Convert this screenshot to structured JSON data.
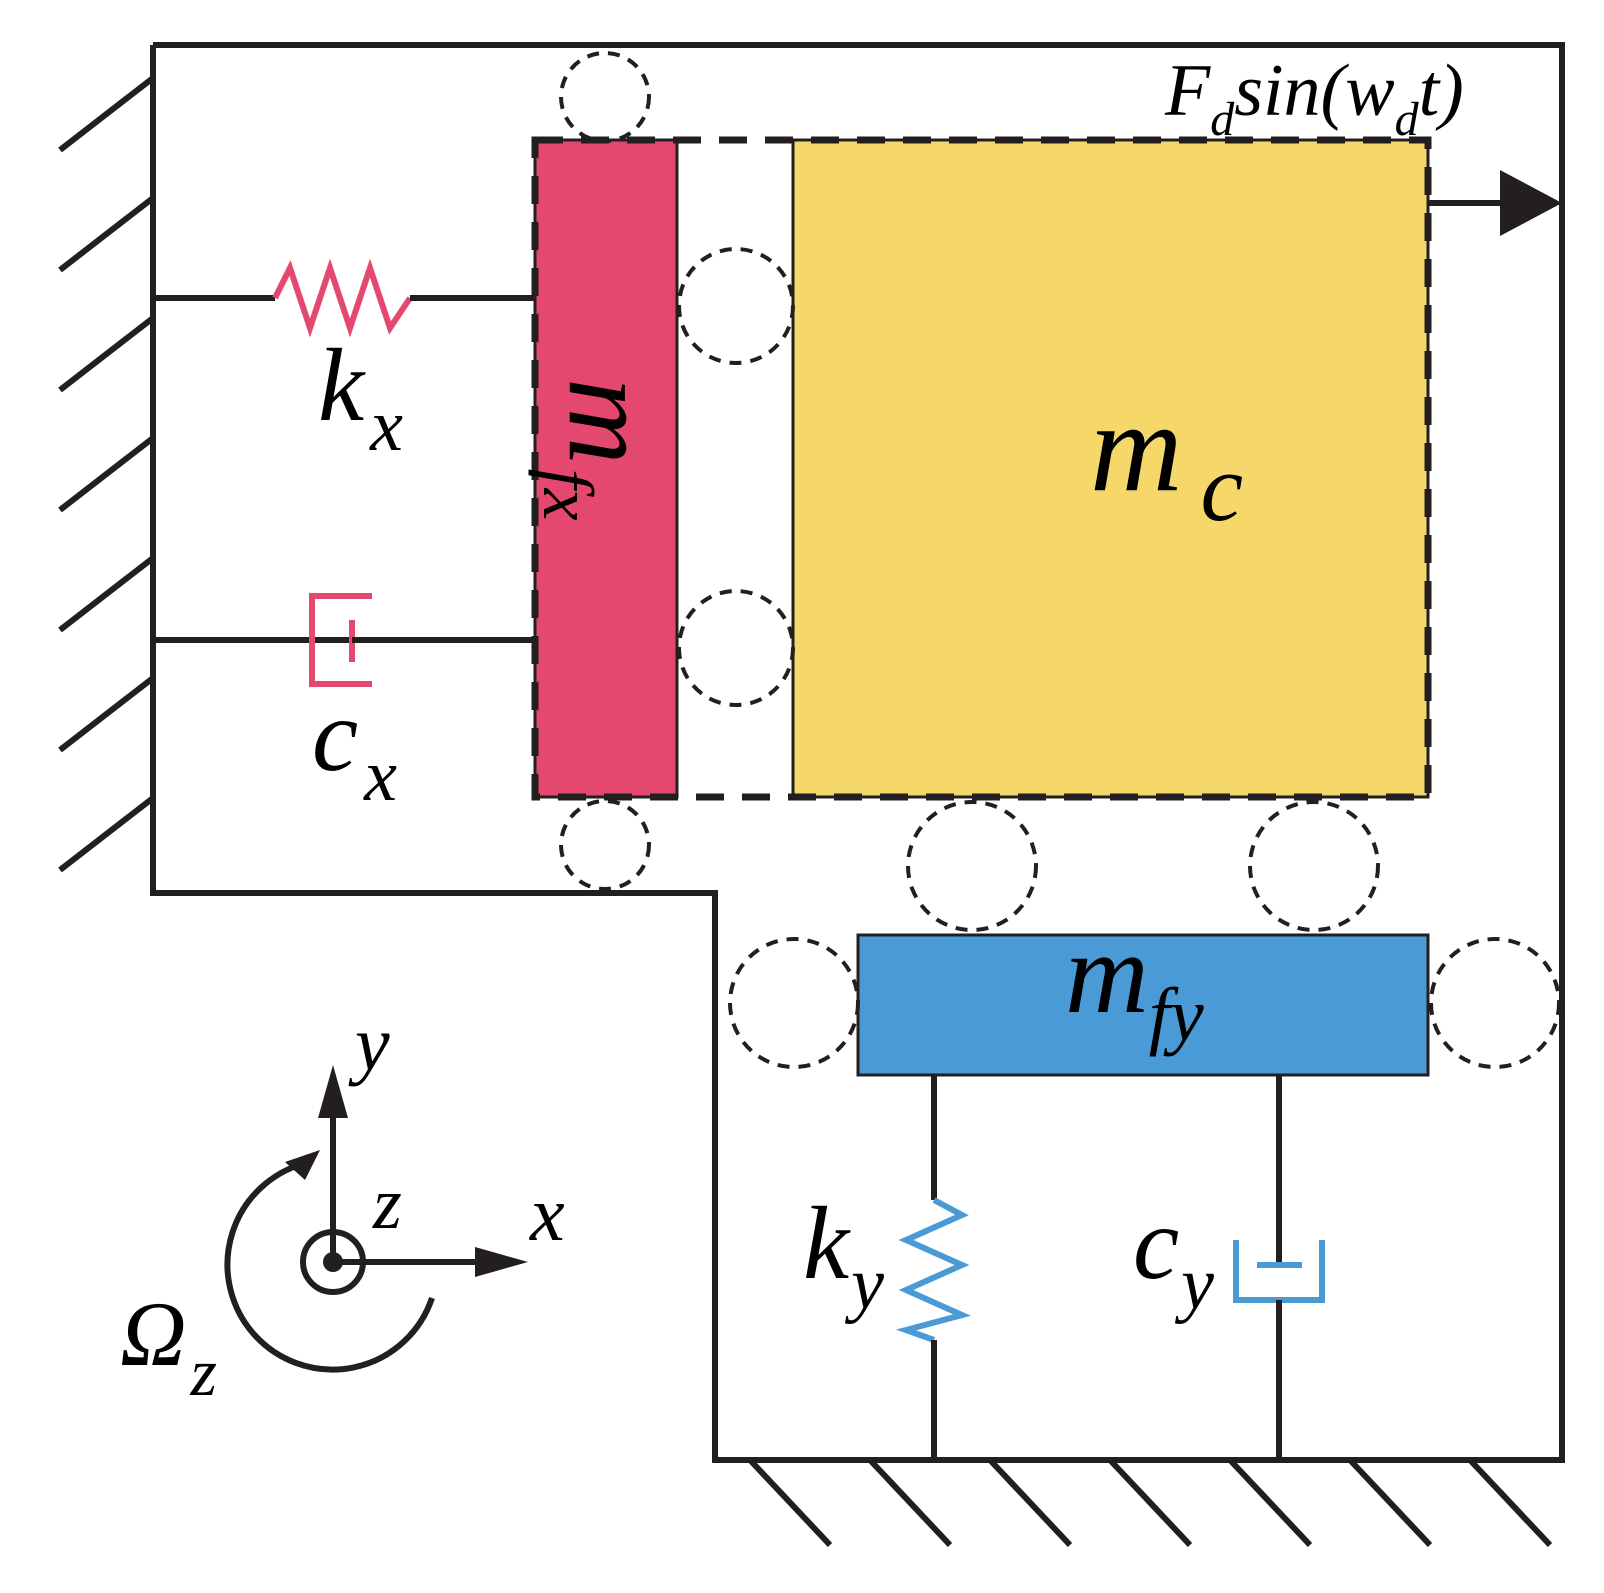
{
  "colors": {
    "line": "#231f20",
    "mass_fx": "#e5486f",
    "mass_c": "#f5d76a",
    "mass_fy": "#4a9ad6",
    "spring_x": "#e5486f",
    "spring_y": "#4a9ad6"
  },
  "labels": {
    "force": {
      "base": "F",
      "sub1": "d",
      "mid": "sin(w",
      "sub2": "d",
      "end": "t)"
    },
    "m_c": {
      "base": "m",
      "sub": "c"
    },
    "m_fx": {
      "base": "m",
      "sub": "fx"
    },
    "m_fy": {
      "base": "m",
      "sub": "fy"
    },
    "k_x": {
      "base": "k",
      "sub": "x"
    },
    "c_x": {
      "base": "c",
      "sub": "x"
    },
    "k_y": {
      "base": "k",
      "sub": "y"
    },
    "c_y": {
      "base": "c",
      "sub": "y"
    },
    "axis_x": "x",
    "axis_y": "y",
    "axis_z": "z",
    "rotation": {
      "base": "Ω",
      "sub": "z"
    }
  }
}
